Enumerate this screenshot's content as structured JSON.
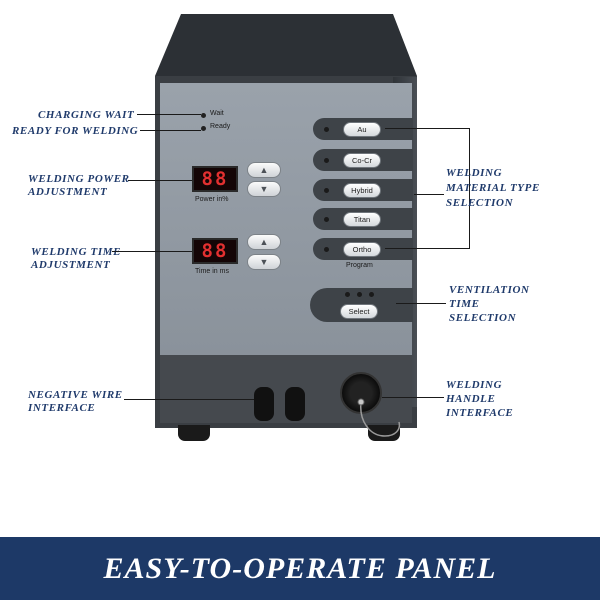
{
  "callouts": {
    "charging_wait": "CHARGING WAIT",
    "ready_for_welding": "READY FOR WELDING",
    "power_line1": "WELDING POWER",
    "power_line2": "ADJUSTMENT",
    "time_line1": "WELDING TIME",
    "time_line2": "ADJUSTMENT",
    "negative_line1": "NEGATIVE WIRE",
    "negative_line2": "INTERFACE",
    "material_line1": "WELDING",
    "material_line2": "MATERIAL TYPE",
    "material_line3": "SELECTION",
    "vent_line1": "VENTILATION",
    "vent_line2": "TIME",
    "vent_line3": "SELECTION",
    "handle_line1": "WELDING",
    "handle_line2": "HANDLE",
    "handle_line3": "INTERFACE"
  },
  "panel": {
    "wait_label": "Wait",
    "ready_label": "Ready",
    "power_display": "88",
    "power_label": "Power in%",
    "time_display": "88",
    "time_label": "Time in ms",
    "up_glyph": "▲",
    "down_glyph": "▼",
    "materials": [
      "Au",
      "Co-Cr",
      "Hybrid",
      "Titan",
      "Ortho"
    ],
    "program_label": "Program",
    "select_label": "Select"
  },
  "banner": {
    "text": "EASY-TO-OPERATE PANEL"
  },
  "colors": {
    "callout_text": "#1f3a6b",
    "banner_bg": "#1d3967",
    "display_red": "#e23030",
    "panel_gray": "#9aa2ab"
  }
}
